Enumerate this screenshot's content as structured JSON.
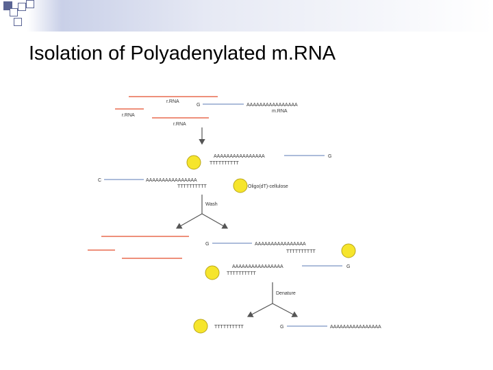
{
  "slide": {
    "title": "Isolation of Polyadenylated m.RNA"
  },
  "diagram": {
    "labels": {
      "rrna": "r.RNA",
      "mrna": "m.RNA",
      "g": "G",
      "c": "C",
      "polyA": "AAAAAAAAAAAAAAAA",
      "polyT": "TTTTTTTTTT",
      "oligo_dt_cellulose": "Oligo(dT)-cellulose",
      "wash": "Wash",
      "denature": "Denature"
    },
    "colors": {
      "rrna_line": "#e86a4f",
      "mrna_line": "#7a93c4",
      "bead_fill": "#f6e52c",
      "bead_stroke": "#b8a51a",
      "arrow": "#555555",
      "text": "#333333"
    }
  }
}
